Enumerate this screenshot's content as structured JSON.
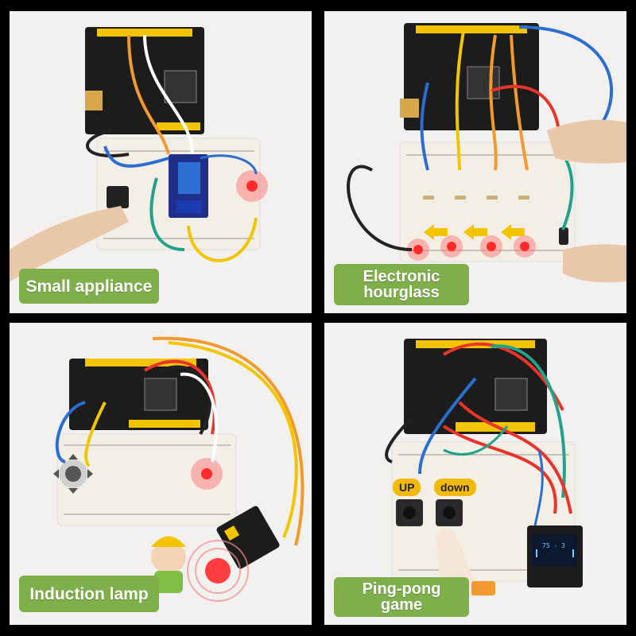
{
  "panels": [
    {
      "caption": "Small appliance"
    },
    {
      "caption_line1": "Electronic",
      "caption_line2": "hourglass"
    },
    {
      "caption": "Induction lamp"
    },
    {
      "caption_line1": "Ping-pong",
      "caption_line2": "game",
      "button_up": "UP",
      "button_down": "down",
      "oled_score": "75 - 3"
    }
  ],
  "colors": {
    "caption_bg": "#7faf4b",
    "board": "#1c1c1c",
    "header_yellow": "#f2c500",
    "breadboard": "#f4efe6",
    "led_red": "#ff2a2a",
    "button_label": "#f2b90e"
  }
}
